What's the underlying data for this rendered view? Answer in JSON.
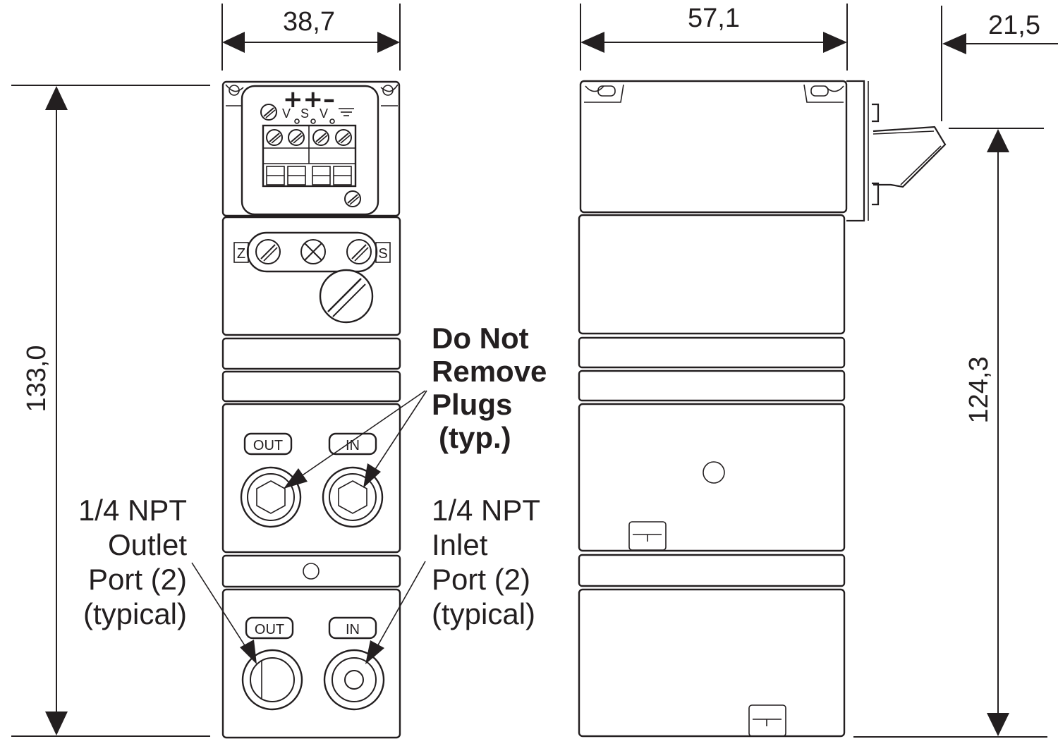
{
  "dimensions": {
    "width_front": "38,7",
    "width_side": "57,1",
    "depth_bracket": "21,5",
    "height_total": "133,0",
    "height_body": "124,3"
  },
  "terminals": {
    "signs": "++–",
    "letters": [
      "V",
      "S",
      "V"
    ],
    "adjust_zero": "Z",
    "adjust_span": "S"
  },
  "ports": {
    "upper_out": "OUT",
    "upper_in": "IN",
    "lower_out": "OUT",
    "lower_in": "IN"
  },
  "callouts": {
    "plugs": [
      "Do Not",
      "Remove",
      "Plugs",
      "(typ.)"
    ],
    "outlet": [
      "1/4 NPT",
      "Outlet",
      "Port (2)",
      "(typical)"
    ],
    "inlet": [
      "1/4 NPT",
      "Inlet",
      "Port (2)",
      "(typical)"
    ]
  },
  "icons": [
    "screw-icon",
    "ground-symbol-icon",
    "hex-plug-icon"
  ]
}
